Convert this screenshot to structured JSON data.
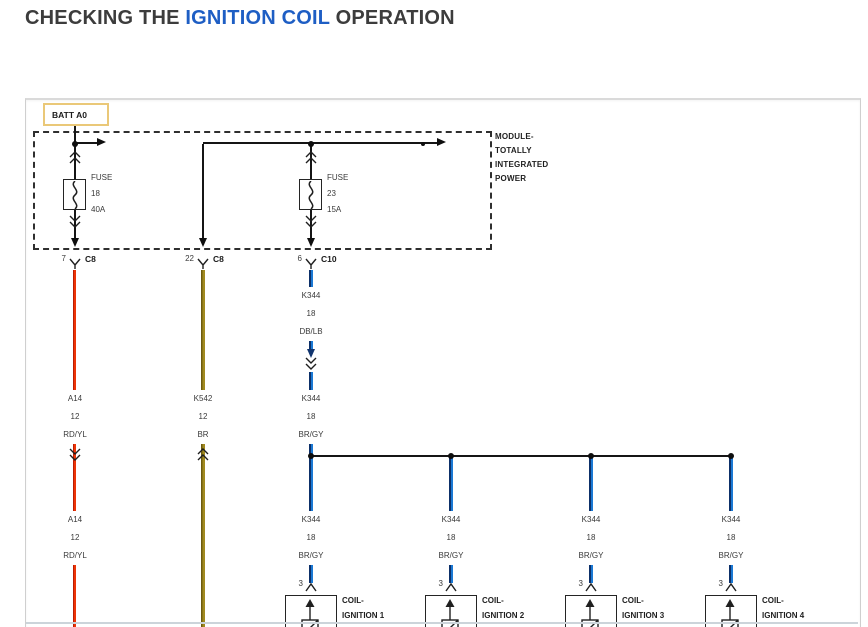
{
  "title": {
    "part1": "CHECKING THE ",
    "link": "IGNITION COIL",
    "part2": " OPERATION"
  },
  "battery_feed": "BATT A0",
  "module_label": {
    "line1": "MODULE-",
    "line2": "TOTALLY",
    "line3": "INTEGRATED",
    "line4": "POWER"
  },
  "fuse_18": {
    "name": "FUSE",
    "number": "18",
    "rating": "40A"
  },
  "fuse_23": {
    "name": "FUSE",
    "number": "23",
    "rating": "15A"
  },
  "outputs": {
    "pin7": {
      "pin": "7",
      "connector": "C8"
    },
    "pin22": {
      "pin": "22",
      "connector": "C8"
    },
    "pin6": {
      "pin": "6",
      "connector": "C10"
    }
  },
  "wires": {
    "a14_upper": {
      "circuit": "A14",
      "gauge": "12",
      "color": "RD/YL"
    },
    "a14_lower": {
      "circuit": "A14",
      "gauge": "12",
      "color": "RD/YL"
    },
    "k542": {
      "circuit": "K542",
      "gauge": "12",
      "color": "BR"
    },
    "k344_dblb": {
      "circuit": "K344",
      "gauge": "18",
      "color": "DB/LB"
    },
    "k344_mid": {
      "circuit": "K344",
      "gauge": "18",
      "color": "BR/GY"
    }
  },
  "coils": [
    {
      "pin": "3",
      "circuit": "K344",
      "gauge": "18",
      "color": "BR/GY",
      "name1": "COIL-",
      "name2": "IGNITION 1"
    },
    {
      "pin": "3",
      "circuit": "K344",
      "gauge": "18",
      "color": "BR/GY",
      "name1": "COIL-",
      "name2": "IGNITION 2"
    },
    {
      "pin": "3",
      "circuit": "K344",
      "gauge": "18",
      "color": "BR/GY",
      "name1": "COIL-",
      "name2": "IGNITION 3"
    },
    {
      "pin": "3",
      "circuit": "K344",
      "gauge": "18",
      "color": "BR/GY",
      "name1": "COIL-",
      "name2": "IGNITION 4"
    }
  ],
  "colors": {
    "wire_red": "#ed3407",
    "wire_brown": "#a18a1f",
    "wire_blue": "#1b79d4",
    "wire_blue_dark": "#0d3069",
    "link_blue": "#1e5ec4",
    "batt_border": "#eac878"
  }
}
